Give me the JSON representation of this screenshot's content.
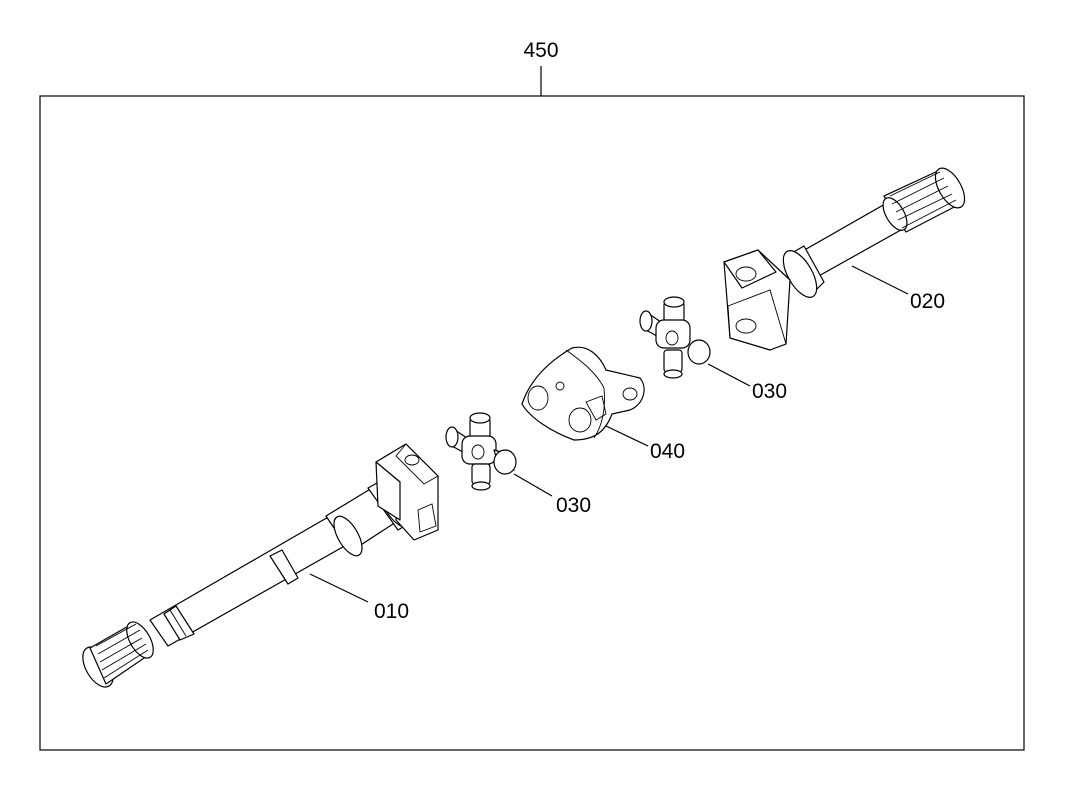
{
  "diagram": {
    "assembly_label": "450",
    "parts": [
      {
        "label": "010",
        "part": "lower shaft"
      },
      {
        "label": "020",
        "part": "upper shaft"
      },
      {
        "label": "030",
        "part": "cross spider (lower)"
      },
      {
        "label": "030",
        "part": "cross spider (upper)"
      },
      {
        "label": "040",
        "part": "center yoke"
      }
    ]
  }
}
